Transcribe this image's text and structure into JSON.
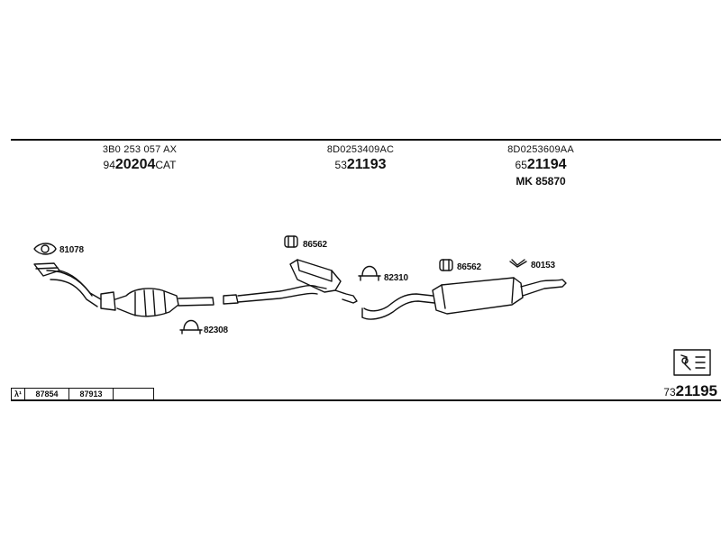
{
  "sections": [
    {
      "ref": "3B0 253 057 AX",
      "prefix": "94",
      "main": "20204",
      "suffix": "CAT"
    },
    {
      "ref": "8D0253409AC",
      "prefix": "53",
      "main": "21193",
      "suffix": ""
    },
    {
      "ref": "8D0253609AA",
      "prefix": "65",
      "main": "21194",
      "suffix": "",
      "sub": "MK  85870"
    }
  ],
  "part_labels": {
    "p81078": "81078",
    "p82308": "82308",
    "p86562a": "86562",
    "p82310": "82310",
    "p86562b": "86562",
    "p80153": "80153"
  },
  "lambda": {
    "symbol": "λ¹",
    "c1": "87854",
    "c2": "87913",
    "c3": ""
  },
  "footer": {
    "prefix": "73",
    "main": "21195"
  }
}
